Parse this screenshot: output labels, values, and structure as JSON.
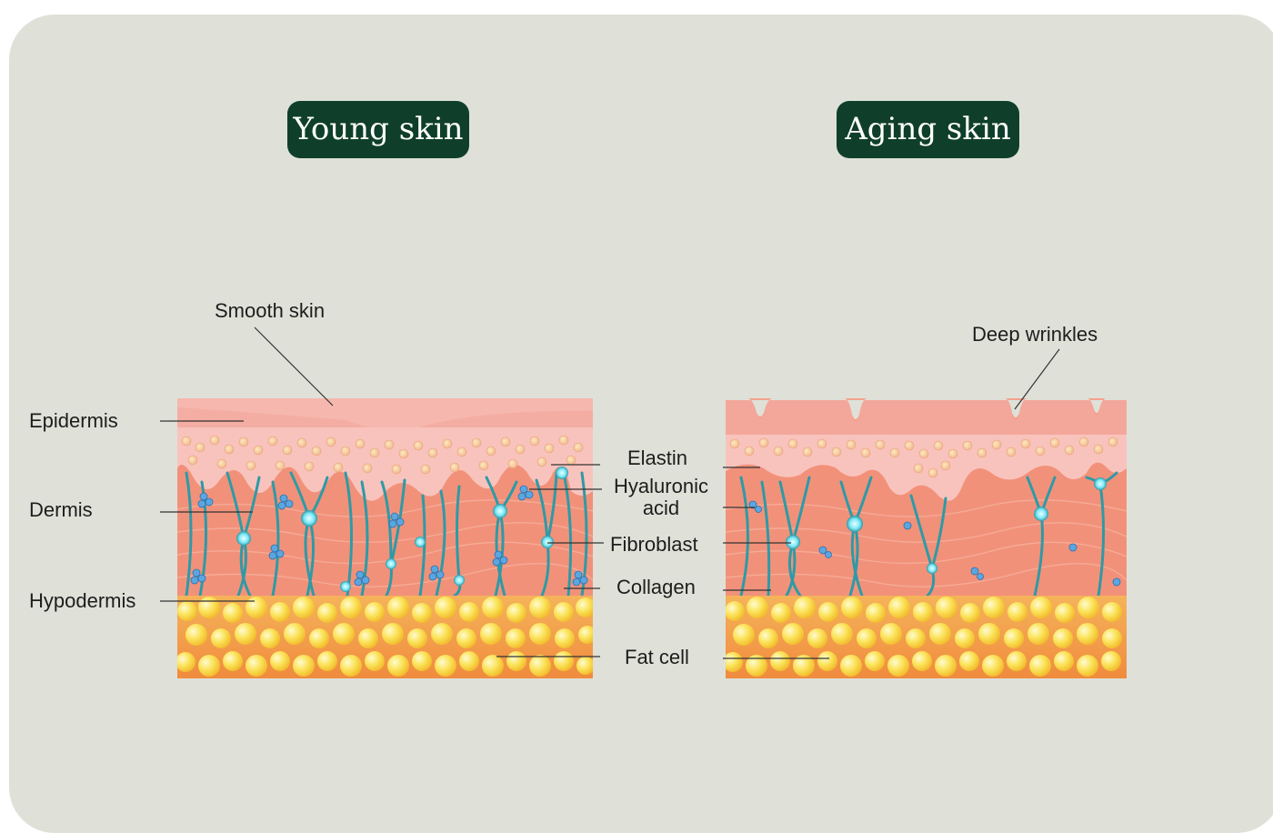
{
  "titles": {
    "young": "Young skin",
    "aging": "Aging skin"
  },
  "labels": {
    "smooth_skin": "Smooth skin",
    "deep_wrinkles": "Deep wrinkles",
    "epidermis": "Epidermis",
    "dermis": "Dermis",
    "hypodermis": "Hypodermis",
    "elastin": "Elastin",
    "hyaluronic_line1": "Hyaluronic",
    "hyaluronic_line2": "acid",
    "fibroblast": "Fibroblast",
    "collagen": "Collagen",
    "fat_cell": "Fat cell"
  },
  "colors": {
    "background": "#dfe1d8",
    "title_pill": "#0f3f2b",
    "epidermis": "#f6b3ab",
    "epidermis_cells": "#f6c9b9",
    "dermis": "#f2917a",
    "fibers": "#2e9aa6",
    "fibroblast": "#8ff0ff",
    "fat": "#f7d53a",
    "fat_base": "#f0a24f",
    "leader_line": "#333333"
  }
}
